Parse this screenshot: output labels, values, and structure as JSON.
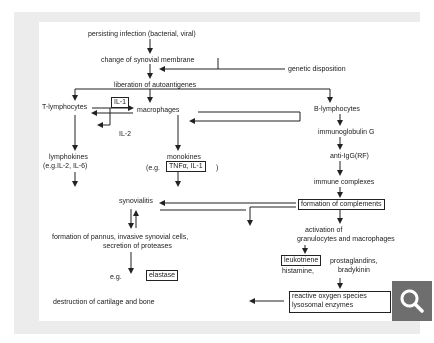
{
  "diagram": {
    "nodes": {
      "infection": "persisting infection (bacterial, viral)",
      "membrane": "change of synovial membrane",
      "genetic": "genetic disposition",
      "autoantigenes": "liberation of autoantigenes",
      "t_lymph": "T-lymphocytes",
      "il1_box": "IL-1",
      "macrophages": "macrophages",
      "b_lymph": "B-lymphocytes",
      "il2": "IL-2",
      "immunoglobulin": "immunoglobulin G",
      "lymphokines": "lymphokines",
      "lymphokines_eg": "(e.g.IL-2, IL-6)",
      "monokines": "monokines",
      "monokines_eg_prefix": "(e.g.",
      "monokines_box": "TNFα, IL-1",
      "monokines_eg_suffix": ")",
      "anti_igg": "anti-IgG(RF)",
      "immune_complexes": "immune complexes",
      "synovialitis": "synovialitis",
      "complements_box": "formation of complements",
      "pannus_1": "formation of pannus, invasive synovial cells,",
      "pannus_2": "secretion of proteases",
      "activation_1": "activation of",
      "activation_2": "granulocytes and macrophages",
      "eg": "e.g.",
      "elastase_box": "elastase",
      "leukotriene_box": "leukotriene",
      "histamine": "histamine,",
      "prostaglandins": "prostaglandins,",
      "bradykinin": "bradykinin",
      "destruction": "destruction of cartilage and bone",
      "reactive_box_1": "reactive oxygen species",
      "reactive_box_2": "lysosomal enzymes"
    }
  },
  "zoom": {
    "icon": "magnifier-icon",
    "color": "#6e6e6e"
  }
}
